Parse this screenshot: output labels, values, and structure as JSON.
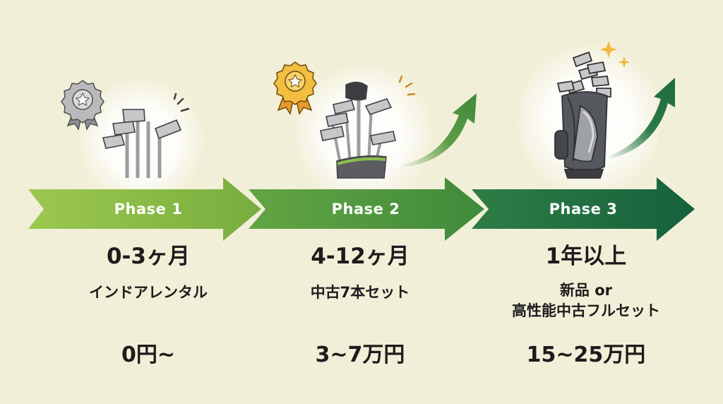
{
  "phases": [
    {
      "label": "Phase 1",
      "duration": "0-3ヶ月",
      "description": [
        "インドアレンタル"
      ],
      "price": "0円~",
      "icon": "silver-medal-and-rental-clubs"
    },
    {
      "label": "Phase 2",
      "duration": "4-12ヶ月",
      "description": [
        "中古7本セット"
      ],
      "price": "3~7万円",
      "icon": "gold-medal-and-half-set-bag"
    },
    {
      "label": "Phase 3",
      "duration": "1年以上",
      "description": [
        "新品 or",
        "高性能中古フルセット"
      ],
      "price": "15~25万円",
      "icon": "full-golf-bag-with-sparkles"
    }
  ],
  "colors": {
    "background": "#f2efd8",
    "arrow_phase1": "#8fbe45",
    "arrow_phase2": "#4f9a3d",
    "arrow_phase3": "#1f6a42",
    "silver_medal": "#b7b9bb",
    "gold_medal": "#f0b93a"
  }
}
